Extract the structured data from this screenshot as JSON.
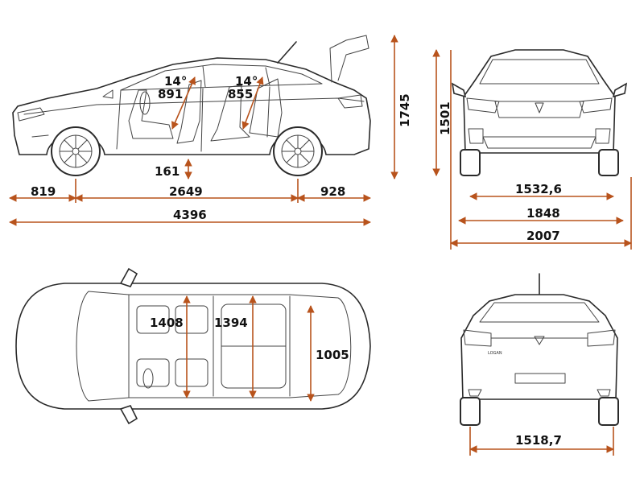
{
  "side_view": {
    "front_overhang": "819",
    "wheelbase": "2649",
    "rear_overhang": "928",
    "overall_length": "4396",
    "ground_clearance": "161",
    "height": "1745",
    "front_seat_angle": "14°",
    "front_seat_value": "891",
    "rear_seat_angle": "14°",
    "rear_seat_value": "855"
  },
  "front_view": {
    "height": "1501",
    "front_track": "1532,6",
    "width": "1848",
    "width_with_mirrors": "2007"
  },
  "top_view": {
    "front_interior_width": "1408",
    "rear_interior_width": "1394",
    "trunk_width": "1005"
  },
  "rear_view": {
    "rear_track": "1518,7",
    "badge": "LOGAN"
  },
  "colors": {
    "dimension": "#b8531c",
    "outline": "#2a2a2a"
  }
}
